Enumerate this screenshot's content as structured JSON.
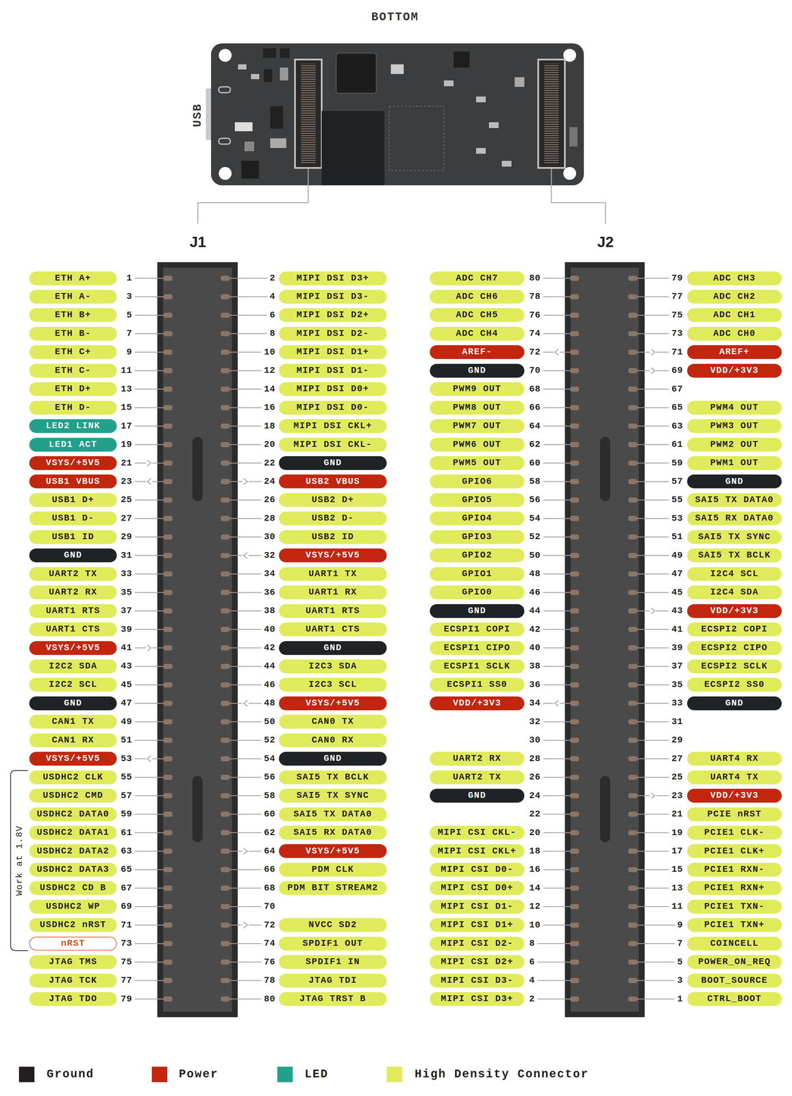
{
  "diagram": {
    "title": "BOTTOM",
    "nodes": [
      {
        "text": [
          "ETH A+"
        ]
      },
      {
        "text": [
          "MIPI DSI D3+"
        ]
      },
      {
        "text": [
          "ADC CH7"
        ]
      },
      {
        "text": [
          "ADC CH3"
        ]
      },
      {
        "text": [
          "ETH A-"
        ]
      },
      {
        "text": [
          "MIPI DSI D3-"
        ]
      },
      {
        "text": [
          "ADC CH6"
        ]
      },
      {
        "text": [
          "ADC CH2"
        ]
      },
      {
        "text": [
          "ETH B+"
        ]
      },
      {
        "text": [
          "MIPI DSI D2+"
        ]
      },
      {
        "text": [
          "ADC CH5"
        ]
      },
      {
        "text": [
          "ADC CH1"
        ]
      },
      {
        "text": [
          "ETH B-"
        ]
      },
      {
        "text": [
          "MIPI DSI D2-"
        ]
      },
      {
        "text": [
          "ADC CH4"
        ]
      },
      {
        "text": [
          "ADC CH0"
        ]
      },
      {
        "text": [
          "ETH C+"
        ]
      },
      {
        "text": [
          "MIPI DSI D1+"
        ]
      },
      {
        "text": [
          "AREF-"
        ]
      },
      {
        "text": [
          "AREF+"
        ]
      },
      {
        "text": [
          "ETH C-"
        ]
      },
      {
        "text": [
          "MIPI DSI D1-"
        ]
      },
      {
        "text": [
          "GND"
        ]
      },
      {
        "text": [
          "VDD/+3V3"
        ]
      },
      {
        "text": [
          "ETH D+"
        ]
      },
      {
        "text": [
          "MIPI DSI D0+"
        ]
      },
      {
        "text": [
          "PWM9 OUT"
        ]
      },
      {
        "text": [
          "ETH D-"
        ]
      },
      {
        "text": [
          "MIPI DSI D0-"
        ]
      },
      {
        "text": [
          "PWM8 OUT"
        ]
      },
      {
        "text": [
          "PWM4 OUT"
        ]
      },
      {
        "text": [
          "LED2 LINK"
        ]
      },
      {
        "text": [
          "MIPI DSI CKL+"
        ]
      },
      {
        "text": [
          "PWM7 OUT"
        ]
      },
      {
        "text": [
          "PWM3 OUT"
        ]
      },
      {
        "text": [
          "LED1 ACT"
        ]
      },
      {
        "text": [
          "MIPI DSI CKL-"
        ]
      },
      {
        "text": [
          "PWM6 OUT"
        ]
      },
      {
        "text": [
          "PWM2 OUT"
        ]
      },
      {
        "text": [
          "VSYS/+5V5"
        ]
      },
      {
        "text": [
          "GND"
        ]
      },
      {
        "text": [
          "PWM5 OUT"
        ]
      },
      {
        "text": [
          "PWM1 OUT"
        ]
      },
      {
        "text": [
          "USB1 VBUS"
        ]
      },
      {
        "text": [
          "USB2 VBUS"
        ]
      },
      {
        "text": [
          "GPIO6"
        ]
      },
      {
        "text": [
          "GND"
        ]
      },
      {
        "text": [
          "USB1 D+"
        ]
      },
      {
        "text": [
          "USB2 D+"
        ]
      },
      {
        "text": [
          "GPIO5"
        ]
      },
      {
        "text": [
          "SAI5 TX DATA0"
        ]
      },
      {
        "text": [
          "USB1 D-"
        ]
      },
      {
        "text": [
          "USB2 D-"
        ]
      },
      {
        "text": [
          "GPIO4"
        ]
      },
      {
        "text": [
          "SAI5 RX DATA0"
        ]
      },
      {
        "text": [
          "USB1 ID"
        ]
      },
      {
        "text": [
          "USB2 ID"
        ]
      },
      {
        "text": [
          "GPIO3"
        ]
      },
      {
        "text": [
          "SAI5 TX SYNC"
        ]
      },
      {
        "text": [
          "GND"
        ]
      },
      {
        "text": [
          "VSYS/+5V5"
        ]
      },
      {
        "text": [
          "GPIO2"
        ]
      },
      {
        "text": [
          "SAI5 TX BCLK"
        ]
      },
      {
        "text": [
          "UART2 TX"
        ]
      },
      {
        "text": [
          "UART1 TX"
        ]
      },
      {
        "text": [
          "GPIO1"
        ]
      },
      {
        "text": [
          "I2C4 SCL"
        ]
      },
      {
        "text": [
          "UART2 RX"
        ]
      },
      {
        "text": [
          "UART1 RX"
        ]
      },
      {
        "text": [
          "GPIO0"
        ]
      },
      {
        "text": [
          "I2C4 SDA"
        ]
      },
      {
        "text": [
          "UART1 RTS"
        ]
      },
      {
        "text": [
          "UART1 RTS"
        ]
      },
      {
        "text": [
          "GND"
        ]
      },
      {
        "text": [
          "VDD/+3V3"
        ]
      },
      {
        "text": [
          "UART1 CTS"
        ]
      },
      {
        "text": [
          "UART1 CTS"
        ]
      },
      {
        "text": [
          "ECSPI1 COPI"
        ]
      },
      {
        "text": [
          "ECSPI2 COPI"
        ]
      },
      {
        "text": [
          "VSYS/+5V5"
        ]
      },
      {
        "text": [
          "GND"
        ]
      },
      {
        "text": [
          "ECSPI1 CIPO"
        ]
      },
      {
        "text": [
          "ECSPI2 CIPO"
        ]
      },
      {
        "text": [
          "I2C2 SDA"
        ]
      },
      {
        "text": [
          "I2C3 SDA"
        ]
      },
      {
        "text": [
          "ECSPI1 SCLK"
        ]
      },
      {
        "text": [
          "ECSPI2 SCLK"
        ]
      },
      {
        "text": [
          "I2C2 SCL"
        ]
      },
      {
        "text": [
          "I2C3 SCL"
        ]
      },
      {
        "text": [
          "ECSPI1 SS0"
        ]
      },
      {
        "text": [
          "ECSPI2 SS0"
        ]
      },
      {
        "text": [
          "GND"
        ]
      },
      {
        "text": [
          "VSYS/+5V5"
        ]
      },
      {
        "text": [
          "VDD/+3V3"
        ]
      },
      {
        "text": [
          "GND"
        ]
      },
      {
        "text": [
          "CAN1 TX"
        ]
      },
      {
        "text": [
          "CAN0 TX"
        ]
      },
      {
        "text": [
          "CAN1 RX"
        ]
      },
      {
        "text": [
          "CAN0 RX"
        ]
      },
      {
        "text": [
          "VSYS/+5V5"
        ]
      },
      {
        "text": [
          "GND"
        ]
      },
      {
        "text": [
          "UART2 RX"
        ]
      },
      {
        "text": [
          "UART4 RX"
        ]
      },
      {
        "text": [
          "USDHC2 CLK"
        ]
      },
      {
        "text": [
          "SAI5 TX BCLK"
        ]
      },
      {
        "text": [
          "UART2 TX"
        ]
      },
      {
        "text": [
          "UART4 TX"
        ]
      },
      {
        "text": [
          "USDHC2 CMD"
        ]
      },
      {
        "text": [
          "SAI5 TX SYNC"
        ]
      },
      {
        "text": [
          "GND"
        ]
      },
      {
        "text": [
          "VDD/+3V3"
        ]
      },
      {
        "text": [
          "USDHC2 DATA0"
        ]
      },
      {
        "text": [
          "SAI5 TX DATA0"
        ]
      },
      {
        "text": [
          "PCIE nRST"
        ]
      },
      {
        "text": [
          "USDHC2 DATA1"
        ]
      },
      {
        "text": [
          "SAI5 RX DATA0"
        ]
      },
      {
        "text": [
          "MIPI CSI CKL-"
        ]
      },
      {
        "text": [
          "PCIE1 CLK-"
        ]
      },
      {
        "text": [
          "USDHC2 DATA2"
        ]
      },
      {
        "text": [
          "VSYS/+5V5"
        ]
      },
      {
        "text": [
          "MIPI CSI CKL+"
        ]
      },
      {
        "text": [
          "PCIE1 CLK+"
        ]
      },
      {
        "text": [
          "USDHC2 DATA3"
        ]
      },
      {
        "text": [
          "PDM CLK"
        ]
      },
      {
        "text": [
          "MIPI CSI D0-"
        ]
      },
      {
        "text": [
          "PCIE1 RXN-"
        ]
      },
      {
        "text": [
          "USDHC2 CD B"
        ]
      },
      {
        "text": [
          "PDM BIT STREAM2"
        ]
      },
      {
        "text": [
          "MIPI CSI D0+"
        ]
      },
      {
        "text": [
          "PCIE1 RXN+"
        ]
      },
      {
        "text": [
          "USDHC2 WP"
        ]
      },
      {
        "text": [
          "MIPI CSI D1-"
        ]
      },
      {
        "text": [
          "PCIE1 TXN-"
        ]
      },
      {
        "text": [
          "USDHC2 nRST"
        ]
      },
      {
        "text": [
          "NVCC SD2"
        ]
      },
      {
        "text": [
          "MIPI CSI D1+"
        ]
      },
      {
        "text": [
          "PCIE1 TXN+"
        ]
      },
      {
        "text": [
          "nRST"
        ]
      },
      {
        "text": [
          "SPDIF1 OUT"
        ]
      },
      {
        "text": [
          "MIPI CSI D2-"
        ]
      },
      {
        "text": [
          "COINCELL"
        ]
      },
      {
        "text": [
          "JTAG TMS"
        ]
      },
      {
        "text": [
          "SPDIF1 IN"
        ]
      },
      {
        "text": [
          "MIPI CSI D2+"
        ]
      },
      {
        "text": [
          "POWER_ON_REQ"
        ]
      },
      {
        "text": [
          "JTAG TCK"
        ]
      },
      {
        "text": [
          "JTAG TDI"
        ]
      },
      {
        "text": [
          "MIPI CSI D3-"
        ]
      },
      {
        "text": [
          "BOOT_SOURCE"
        ]
      },
      {
        "text": [
          "JTAG TDO"
        ]
      },
      {
        "text": [
          "JTAG TRST B"
        ]
      },
      {
        "text": [
          "MIPI CSI D3+"
        ]
      },
      {
        "text": [
          "CTRL_BOOT"
        ]
      }
    ],
    "labels": [
      "J1",
      "J2",
      "USB",
      "Work at 1.8V",
      "1",
      "2",
      "80",
      "79",
      "3",
      "4",
      "78",
      "77",
      "5",
      "6",
      "76",
      "75",
      "7",
      "8",
      "74",
      "73",
      "9",
      "10",
      "72",
      "71",
      "11",
      "12",
      "70",
      "69",
      "13",
      "14",
      "68",
      "67",
      "15",
      "16",
      "66",
      "65",
      "17",
      "18",
      "64",
      "63",
      "19",
      "20",
      "62",
      "61",
      "21",
      "22",
      "60",
      "59",
      "23",
      "24",
      "58",
      "57",
      "25",
      "26",
      "56",
      "55",
      "27",
      "28",
      "54",
      "53",
      "29",
      "30",
      "52",
      "51",
      "31",
      "32",
      "50",
      "49",
      "33",
      "34",
      "48",
      "47",
      "35",
      "36",
      "46",
      "45",
      "37",
      "38",
      "44",
      "43",
      "39",
      "40",
      "42",
      "41",
      "41",
      "42",
      "40",
      "39",
      "43",
      "44",
      "38",
      "37",
      "45",
      "46",
      "36",
      "35",
      "47",
      "48",
      "34",
      "33",
      "49",
      "50",
      "32",
      "31",
      "51",
      "52",
      "30",
      "29",
      "53",
      "54",
      "28",
      "27",
      "55",
      "56",
      "26",
      "25",
      "57",
      "58",
      "24",
      "23",
      "59",
      "60",
      "22",
      "21",
      "61",
      "62",
      "20",
      "19",
      "63",
      "64",
      "18",
      "17",
      "65",
      "66",
      "16",
      "15",
      "67",
      "68",
      "14",
      "13",
      "69",
      "70",
      "12",
      "11",
      "71",
      "72",
      "10",
      "9",
      "73",
      "74",
      "8",
      "7",
      "75",
      "76",
      "6",
      "5",
      "77",
      "78",
      "4",
      "3",
      "79",
      "80",
      "2",
      "1"
    ],
    "legend": [
      {
        "text": "Ground",
        "color": "#231f20"
      },
      {
        "text": "Power",
        "color": "#c3260f"
      },
      {
        "text": "LED",
        "color": "#21a08b"
      },
      {
        "text": "High Density Connector",
        "color": "#e0eb5b"
      }
    ]
  }
}
